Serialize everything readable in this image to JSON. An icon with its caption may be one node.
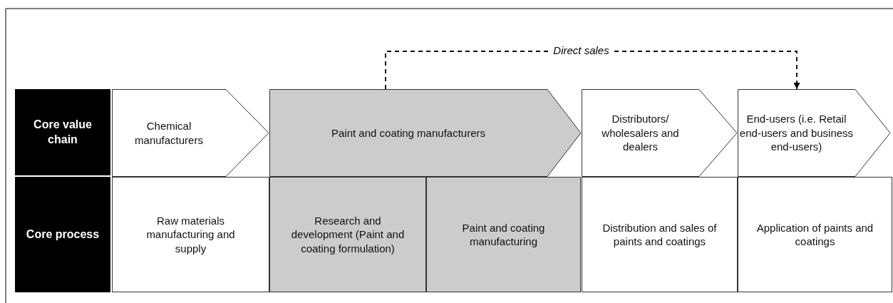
{
  "diagram": {
    "nodes": [
      {
        "text": [
          "Core value chain"
        ]
      },
      {
        "text": [
          "Core process"
        ]
      },
      {
        "text": [
          "Chemical manufacturers"
        ]
      },
      {
        "text": [
          "Paint and coating manufacturers"
        ]
      },
      {
        "text": [
          "Distributors/ wholesalers and dealers"
        ]
      },
      {
        "text": [
          "End-users (i.e. Retail end-users and business end-users)"
        ]
      },
      {
        "text": [
          "Raw materials manufacturing and supply"
        ]
      },
      {
        "text": [
          "Research and development (Paint and coating formulation)"
        ]
      },
      {
        "text": [
          "Paint and coating manufacturing"
        ]
      },
      {
        "text": [
          "Distribution and sales of paints and coatings"
        ]
      },
      {
        "text": [
          "Application of paints and coatings"
        ]
      }
    ],
    "edges": [
      {
        "from": 3,
        "to": 5,
        "arrow": "to",
        "label": "Direct sales",
        "style": "dashed"
      }
    ]
  }
}
